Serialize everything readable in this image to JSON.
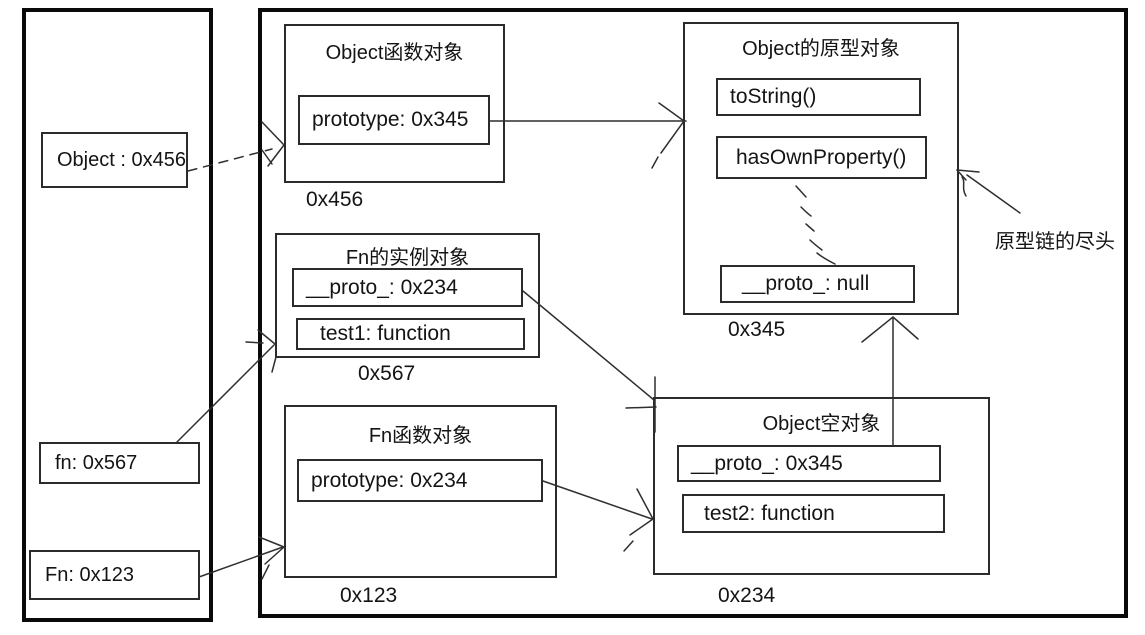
{
  "left_panel": {
    "variables": [
      {
        "label": "Object : 0x456"
      },
      {
        "label": "fn: 0x567"
      },
      {
        "label": "Fn: 0x123"
      }
    ]
  },
  "main_panel": {
    "object_function": {
      "title": "Object函数对象",
      "fields": [
        "prototype: 0x345"
      ],
      "address": "0x456"
    },
    "object_prototype": {
      "title": "Object的原型对象",
      "fields": [
        "toString()",
        "hasOwnProperty()",
        "__proto_: null"
      ],
      "address": "0x345"
    },
    "fn_instance": {
      "title": "Fn的实例对象",
      "fields": [
        "__proto_: 0x234",
        "test1: function"
      ],
      "address": "0x567"
    },
    "fn_function": {
      "title": "Fn函数对象",
      "fields": [
        "prototype: 0x234"
      ],
      "address": "0x123"
    },
    "object_empty": {
      "title": "Object空对象",
      "fields": [
        "__proto_: 0x345",
        "test2: function"
      ],
      "address": "0x234"
    },
    "annotation": "原型链的尽头"
  }
}
